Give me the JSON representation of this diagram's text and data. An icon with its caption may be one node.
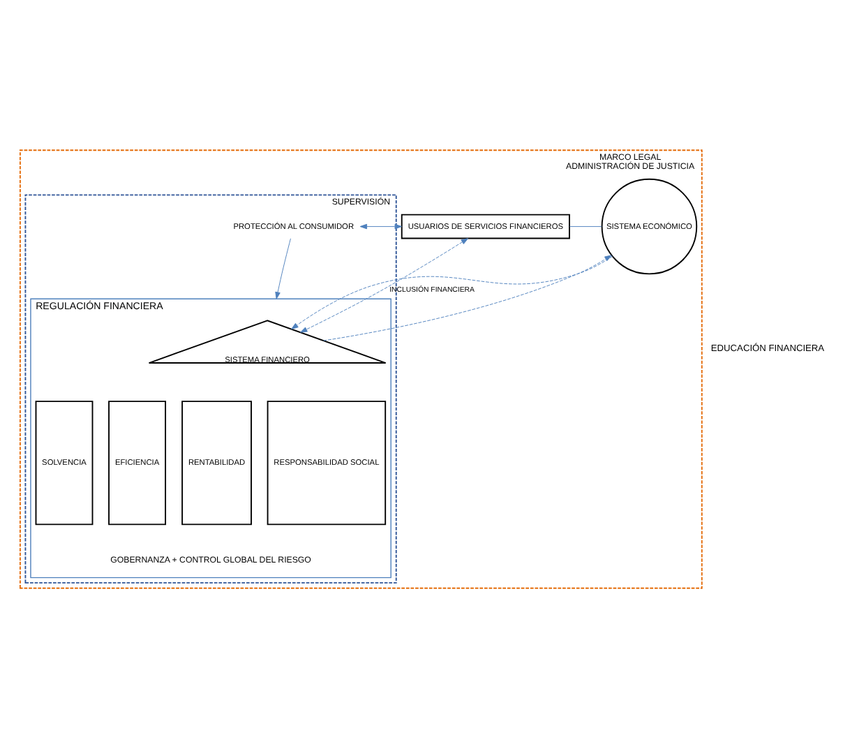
{
  "diagram": {
    "nodes": [
      {
        "text": [
          "MARCO LEGAL",
          "ADMINISTRACIÓN DE JUSTICIA"
        ]
      },
      {
        "text": [
          "USUARIOS DE SERVICIOS FINANCIEROS"
        ],
        "in": 0
      },
      {
        "text": [
          "SISTEMA ECONÓMICO"
        ],
        "in": 0
      },
      {
        "text": [
          "SUPERVISIÓN"
        ],
        "in": 0
      },
      {
        "text": [
          "REGULACIÓN FINANCIERA"
        ],
        "in": 3
      },
      {
        "text": [
          "PROTECCIÓN AL CONSUMIDOR"
        ],
        "in": 3
      },
      {
        "text": [
          "SISTEMA FINANCIERO"
        ],
        "in": 4
      },
      {
        "text": [
          "SOLVENCIA"
        ],
        "in": 4
      },
      {
        "text": [
          "EFICIENCIA"
        ],
        "in": 4
      },
      {
        "text": [
          "RENTABILIDAD"
        ],
        "in": 4
      },
      {
        "text": [
          "RESPONSABILIDAD SOCIAL"
        ],
        "in": 4
      }
    ],
    "edges": [
      {
        "from": 1,
        "to": 2,
        "arrow": "none"
      },
      {
        "from": 1,
        "to": 5,
        "arrow": "both"
      },
      {
        "from": 5,
        "to": 4,
        "arrow": "to"
      },
      {
        "from": 1,
        "to": 6,
        "arrow": "both",
        "label": "INCLUSIÓN FINANCIERA",
        "style": "dashed"
      },
      {
        "from": 6,
        "to": 2,
        "arrow": "to",
        "style": "dashed"
      },
      {
        "from": 2,
        "to": 6,
        "arrow": "to",
        "style": "dashed"
      }
    ],
    "labels": [
      "EDUCACIÓN FINANCIERA",
      "GOBERNANZA + CONTROL GLOBAL DEL RIESGO"
    ]
  }
}
